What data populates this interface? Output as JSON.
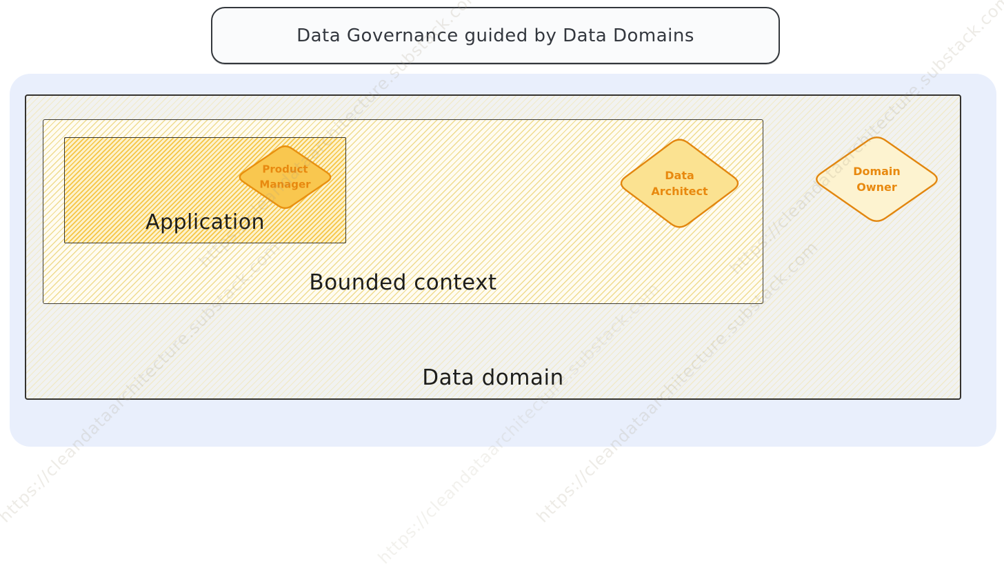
{
  "title": {
    "label": "Data Governance guided by Data Domains"
  },
  "diagram": {
    "data_domain": {
      "label": "Data domain"
    },
    "bounded_context": {
      "label": "Bounded context"
    },
    "application": {
      "label": "Application"
    },
    "roles": {
      "product_manager": {
        "label": "Product Manager"
      },
      "data_architect": {
        "label": "Data Architect"
      },
      "domain_owner": {
        "label": "Domain Owner"
      }
    }
  },
  "watermark": {
    "text": "https://cleandataarchitecture.substack.com"
  },
  "colors": {
    "outer_background": "#e9effc",
    "data_domain_background": "#f1f2f1",
    "bounded_context_hatch": "#e9ce68",
    "application_hatch": "#f5c545",
    "product_manager_fill": "#f9c74f",
    "data_architect_fill": "#fbe291",
    "domain_owner_fill": "#fdf3d0",
    "diamond_border": "#e2860e",
    "diamond_text": "#e8890f",
    "ink": "#1d1d1b",
    "title_border": "#33373c"
  }
}
